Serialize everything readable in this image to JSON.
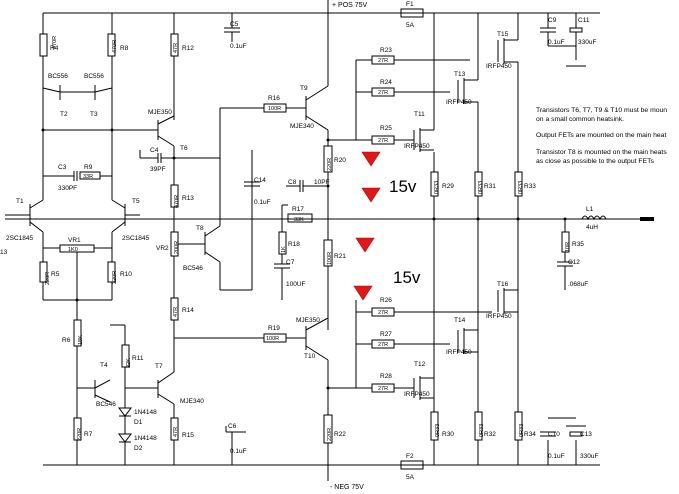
{
  "rails": {
    "pos": "+ POS 75V",
    "neg": "- NEG 75V"
  },
  "fuses": [
    {
      "ref": "F1",
      "value": "5A"
    },
    {
      "ref": "F2",
      "value": "5A"
    }
  ],
  "transistors": [
    {
      "ref": "T1",
      "type": "2SC1845"
    },
    {
      "ref": "T2",
      "type": "BC556"
    },
    {
      "ref": "T3",
      "type": "BC556"
    },
    {
      "ref": "T4",
      "type": "BC546"
    },
    {
      "ref": "T5",
      "type": "2SC1845"
    },
    {
      "ref": "T6",
      "type": "MJE350"
    },
    {
      "ref": "T7",
      "type": "MJE340"
    },
    {
      "ref": "T8",
      "type": "BC546"
    },
    {
      "ref": "T9",
      "type": "MJE340"
    },
    {
      "ref": "T10",
      "type": "MJE350"
    },
    {
      "ref": "T11",
      "type": "IRFP450"
    },
    {
      "ref": "T12",
      "type": "IRFP450"
    },
    {
      "ref": "T13",
      "type": "IRFP450"
    },
    {
      "ref": "T14",
      "type": "IRFP450"
    },
    {
      "ref": "T15",
      "type": "IRFP450"
    },
    {
      "ref": "T16",
      "type": "IRFP450"
    }
  ],
  "resistors": [
    {
      "ref": "R4",
      "value": "470R"
    },
    {
      "ref": "R5",
      "value": "220R"
    },
    {
      "ref": "R6",
      "value": "18K"
    },
    {
      "ref": "R7",
      "value": "220R"
    },
    {
      "ref": "R8",
      "value": "470R"
    },
    {
      "ref": "R9",
      "value": "33R"
    },
    {
      "ref": "R10",
      "value": "220R"
    },
    {
      "ref": "R11",
      "value": "22K"
    },
    {
      "ref": "R12",
      "value": "47R"
    },
    {
      "ref": "R13",
      "value": "470R"
    },
    {
      "ref": "R14",
      "value": "47R"
    },
    {
      "ref": "R15",
      "value": "47R"
    },
    {
      "ref": "R16",
      "value": "100R"
    },
    {
      "ref": "R17",
      "value": "33K"
    },
    {
      "ref": "R18",
      "value": "1K"
    },
    {
      "ref": "R19",
      "value": "100R"
    },
    {
      "ref": "R20",
      "value": "220R"
    },
    {
      "ref": "R21",
      "value": "100R"
    },
    {
      "ref": "R22",
      "value": "220R"
    },
    {
      "ref": "R23",
      "value": "27R"
    },
    {
      "ref": "R24",
      "value": "27R"
    },
    {
      "ref": "R25",
      "value": "27R"
    },
    {
      "ref": "R26",
      "value": "27R"
    },
    {
      "ref": "R27",
      "value": "27R"
    },
    {
      "ref": "R28",
      "value": "27R"
    },
    {
      "ref": "R29",
      "value": "0R33"
    },
    {
      "ref": "R30",
      "value": "0R33"
    },
    {
      "ref": "R31",
      "value": "0R33"
    },
    {
      "ref": "R32",
      "value": "0R33"
    },
    {
      "ref": "R33",
      "value": "0R33"
    },
    {
      "ref": "R34",
      "value": "0R33"
    },
    {
      "ref": "R35",
      "value": "10R"
    }
  ],
  "capacitors": [
    {
      "ref": "C3",
      "value": "330PF"
    },
    {
      "ref": "C4",
      "value": "39PF"
    },
    {
      "ref": "C5",
      "value": "0.1uF"
    },
    {
      "ref": "C6",
      "value": "0.1uF"
    },
    {
      "ref": "C7",
      "value": "100UF"
    },
    {
      "ref": "C8",
      "value": "10PF"
    },
    {
      "ref": "C9",
      "value": "0.1uF"
    },
    {
      "ref": "C10",
      "value": "0.1uF"
    },
    {
      "ref": "C11",
      "value": "330uF"
    },
    {
      "ref": "C12",
      "value": ".068uF"
    },
    {
      "ref": "C13",
      "value": "330uF"
    },
    {
      "ref": "C14",
      "value": "0.1uF"
    }
  ],
  "others": [
    {
      "ref": "VR1",
      "value": "1K0"
    },
    {
      "ref": "VR2",
      "value": "200R"
    },
    {
      "ref": "L1",
      "value": "4uH"
    },
    {
      "ref": "D1",
      "value": "1N4148"
    },
    {
      "ref": "D2",
      "value": "1N4148"
    }
  ],
  "notes": [
    "Transistors T6, T7, T9 & T10 must be moun",
    "on a small common heatsink.",
    "Output FETs are mounted on the main heat",
    "Transistor T8 is mounted on the main heats",
    "as close as possible to the output FETs"
  ],
  "handwritten": [
    "15v",
    "15v"
  ],
  "cut_off_label": "13",
  "colors": {
    "ink": "#000000",
    "zener_red": "#e01818",
    "background": "#ffffff"
  }
}
